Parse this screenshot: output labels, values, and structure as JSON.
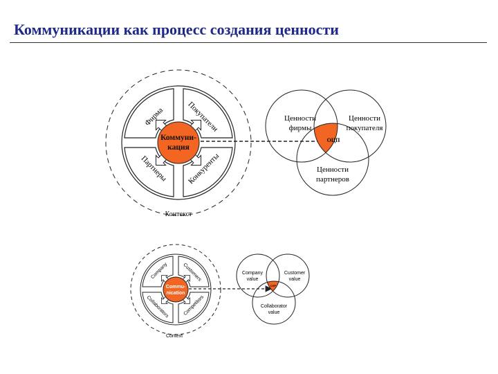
{
  "title": "Коммуникации как процесс создания ценности",
  "colors": {
    "title": "#1f2a86",
    "accent": "#f26522",
    "line": "#222222"
  },
  "diagram_ru": {
    "center": [
      "Коммуни-",
      "кация"
    ],
    "quadrants": {
      "top_left": "Фирма",
      "top_right": "Покупатели",
      "bottom_left": "Партнеры",
      "bottom_right": "Конкуренты"
    },
    "context": "Контекст",
    "venn": {
      "firm": [
        "Ценности",
        "фирмы"
      ],
      "customer": [
        "Ценности",
        "покупателя"
      ],
      "partners": [
        "Ценности",
        "партнеров"
      ],
      "intersection": "ОЦП"
    }
  },
  "diagram_en": {
    "center": [
      "Commu-",
      "nication"
    ],
    "quadrants": {
      "top_left": "Company",
      "top_right": "Customers",
      "bottom_left": "Collaborators",
      "bottom_right": "Competitors"
    },
    "context": "Context",
    "venn": {
      "company": [
        "Company",
        "value"
      ],
      "customer": [
        "Customer",
        "value"
      ],
      "collaborator": [
        "Collaborator",
        "value"
      ],
      "intersection": "CVP"
    }
  }
}
